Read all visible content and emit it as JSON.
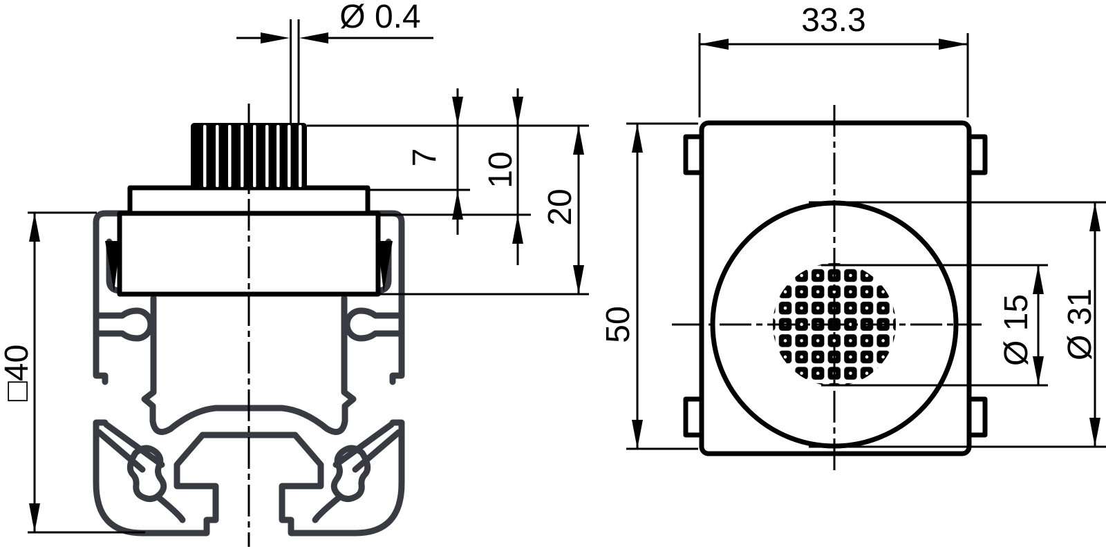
{
  "drawing": {
    "title": "brush-module-mounted-in-profile-technical-drawing",
    "colors": {
      "line": "#000000",
      "profile_outline": "#383c42",
      "background": "#ffffff"
    },
    "front_view": {
      "description": "sectional front view: bristle brush on cap, body clipped into 40 mm T-slot aluminium profile",
      "dims": {
        "bristle_diameter": "Ø 0.4",
        "bristle_free_length": "7",
        "height_to_cap": "10",
        "height_to_body_bottom": "20",
        "profile_square_size": "□40"
      }
    },
    "side_view": {
      "description": "side view: housing with retaining clips, round face with perforated grid",
      "dims": {
        "body_width": "33.3",
        "body_height": "50",
        "outer_circle_diameter": "Ø 31",
        "perforated_circle_diameter": "Ø 15"
      }
    }
  }
}
